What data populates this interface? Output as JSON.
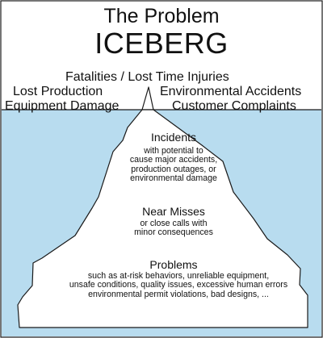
{
  "title": {
    "line1": "The Problem",
    "line2": "ICEBERG"
  },
  "above_water": {
    "line1": "Fatalities / Lost Time Injuries",
    "line2_left": "Lost Production",
    "line2_right": "Environmental Accidents",
    "line3_left": "Equipment Damage",
    "line3_right": "Customer Complaints"
  },
  "sections": {
    "incidents": {
      "heading": "Incidents",
      "lines": [
        "with potential to",
        "cause major accidents,",
        "production outages, or",
        "environmental damage"
      ]
    },
    "near_misses": {
      "heading": "Near Misses",
      "lines": [
        "or close calls with",
        "minor consequences"
      ]
    },
    "problems": {
      "heading": "Problems",
      "lines": [
        "such as at-risk behaviors, unreliable equipment,",
        "unsafe conditions, quality issues, excessive human errors",
        "environmental permit violations, bad designs, ..."
      ]
    }
  },
  "colors": {
    "water": "#b8dcef",
    "iceberg": "#ffffff",
    "outline": "#1a1a1a",
    "text": "#111111"
  }
}
